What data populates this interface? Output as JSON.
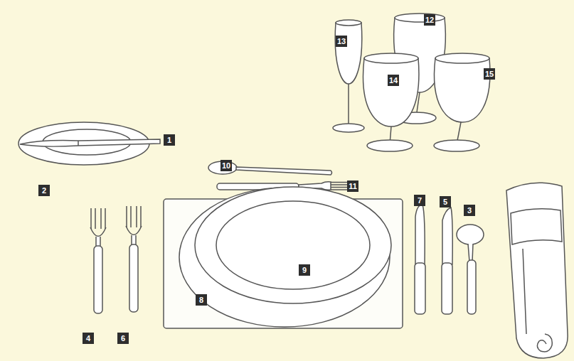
{
  "diagram": {
    "labels": [
      "12",
      "13",
      "15",
      "14",
      "1",
      "10",
      "11",
      "2",
      "7",
      "5",
      "3",
      "9",
      "8",
      "4",
      "6"
    ]
  }
}
